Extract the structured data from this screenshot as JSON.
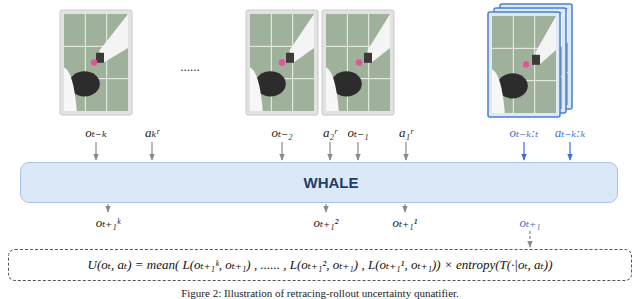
{
  "diagram": {
    "caption": "Figure 2: Illustration of retracing-rollout uncertainty qunatifier.",
    "nodes": [
      {
        "text": [
          "WHALE"
        ]
      },
      {
        "text": [
          "U(oₜ, aₜ) = mean( L(oₜ₊₁ᵏ, oₜ₊₁) , ...... , L(oₜ₊₁², oₜ₊₁) , L(oₜ₊₁¹, oₜ₊₁)) × entropy(T(·|oₜ, aₜ))"
        ]
      }
    ],
    "labels": [
      "......",
      "oₜ₋ₖ",
      "aₖʳ",
      "oₜ₋₂",
      "a₂ʳ",
      "oₜ₋₁",
      "a₁ʳ",
      "oₜ₋ₖ:ₜ",
      "aₜ₋ₖ:ₖ",
      "oₜ₊₁ᵏ",
      "oₜ₊₁²",
      "oₜ₊₁¹",
      "oₜ₊₁"
    ]
  }
}
